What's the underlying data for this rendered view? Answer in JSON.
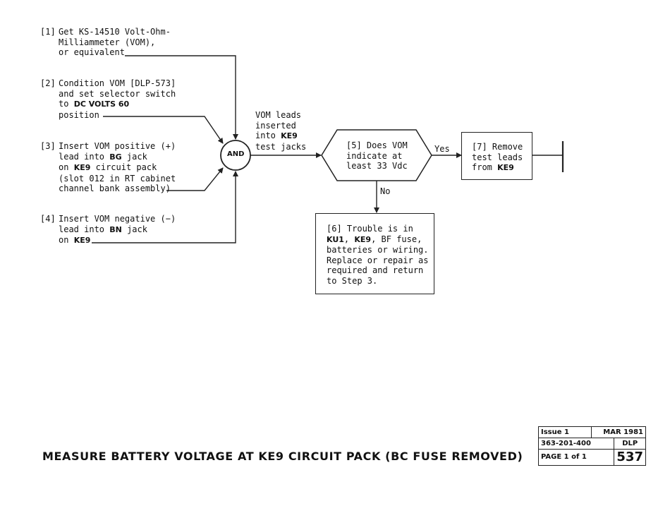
{
  "steps": [
    {
      "number": "[1]",
      "lines": [
        [
          "Get KS-14510 Volt-Ohm-"
        ],
        [
          "Milliammeter (VOM),"
        ],
        [
          "or equivalent"
        ]
      ]
    },
    {
      "number": "[2]",
      "lines": [
        [
          "Condition VOM [DLP-573]"
        ],
        [
          "and set selector switch"
        ],
        [
          "to ",
          {
            "b": "DC VOLTS 60"
          }
        ],
        [
          "position"
        ]
      ]
    },
    {
      "number": "[3]",
      "lines": [
        [
          "Insert VOM positive (+)"
        ],
        [
          "lead into ",
          {
            "b": "BG"
          },
          " jack"
        ],
        [
          "on ",
          {
            "b": "KE9"
          },
          " circuit pack"
        ],
        [
          "(slot 012 in RT cabinet"
        ],
        [
          "channel bank assembly)"
        ]
      ]
    },
    {
      "number": "[4]",
      "lines": [
        [
          "Insert VOM negative (−)"
        ],
        [
          "lead into ",
          {
            "b": "BN"
          },
          " jack"
        ],
        [
          "on ",
          {
            "b": "KE9"
          }
        ]
      ]
    }
  ],
  "gate": {
    "label": "AND"
  },
  "connector_note": {
    "lines": [
      [
        "VOM leads"
      ],
      [
        "inserted"
      ],
      [
        "into ",
        {
          "b": "KE9"
        }
      ],
      [
        "test jacks"
      ]
    ]
  },
  "decision": {
    "lines": [
      [
        "[5] Does VOM"
      ],
      [
        "indicate at"
      ],
      [
        "least 33 Vdc"
      ]
    ]
  },
  "yes_label": "Yes",
  "no_label": "No",
  "step7": {
    "lines": [
      [
        "[7] Remove"
      ],
      [
        "test leads"
      ],
      [
        "from ",
        {
          "b": "KE9"
        }
      ]
    ]
  },
  "step6": {
    "lines": [
      [
        "[6] Trouble is in"
      ],
      [
        {
          "b": "KU1"
        },
        ", ",
        {
          "b": "KE9"
        },
        ", BF fuse,"
      ],
      [
        "batteries or wiring."
      ],
      [
        "Replace or repair as"
      ],
      [
        "required and return"
      ],
      [
        "to Step 3."
      ]
    ]
  },
  "title": "MEASURE BATTERY VOLTAGE AT KE9 CIRCUIT PACK (BC FUSE REMOVED)",
  "issue_block": {
    "issue": "Issue 1",
    "date": "MAR 1981",
    "section": "363-201-400",
    "dlp_label": "DLP",
    "page": "PAGE 1 of 1",
    "dlp_number": "537"
  }
}
